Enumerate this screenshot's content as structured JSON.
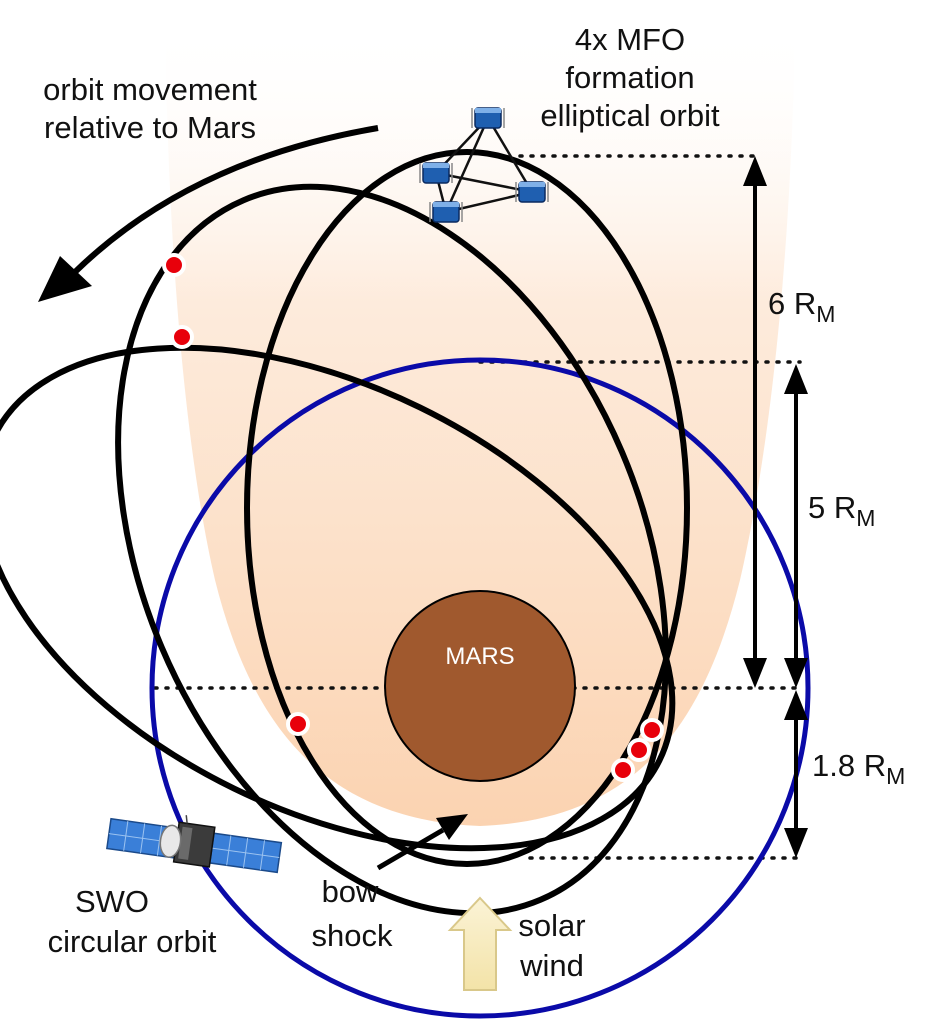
{
  "labels": {
    "mfo_line1": "4x MFO",
    "mfo_line2": "formation",
    "mfo_line3": "elliptical orbit",
    "orbit_move_line1": "orbit movement",
    "orbit_move_line2": "relative to Mars",
    "mars": "MARS",
    "swo_line1": "SWO",
    "swo_line2": "circular orbit",
    "bow_line1": "bow",
    "bow_line2": "shock",
    "solar_line1": "solar",
    "solar_line2": "wind"
  },
  "dimensions": [
    {
      "value": "6 R",
      "sub": "M"
    },
    {
      "value": "5 R",
      "sub": "M"
    },
    {
      "value": "1.8 R",
      "sub": "M"
    }
  ],
  "colors": {
    "mars_fill": "#a0592e",
    "swo_orbit": "#0a0aa8",
    "mfo_orbit": "#000000",
    "markers": "#e8000b",
    "wake_glow": "#fbd5b4",
    "solar_wind_arrow": "#f7ecc0"
  }
}
